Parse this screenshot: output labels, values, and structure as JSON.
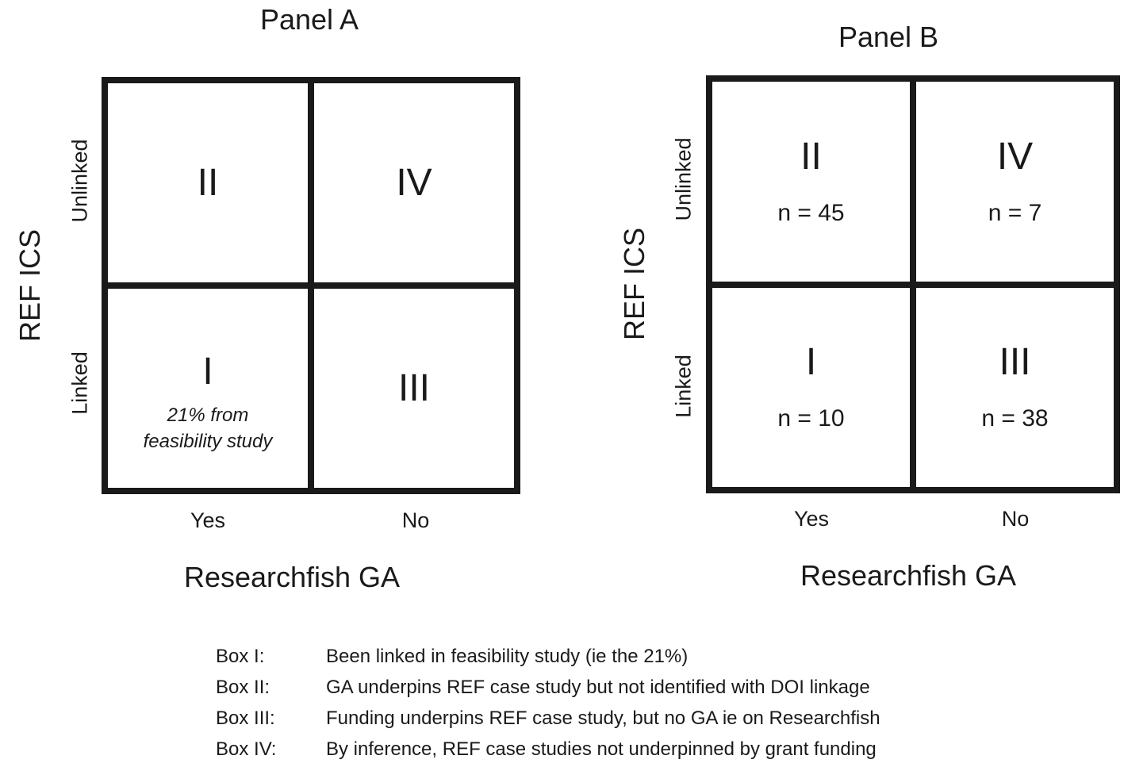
{
  "colors": {
    "ink": "#1a1a1a",
    "background": "#ffffff"
  },
  "panel_a": {
    "title": "Panel A",
    "y_axis_label": "REF ICS",
    "row_labels": {
      "top": "Unlinked",
      "bottom": "Linked"
    },
    "col_labels": {
      "left": "Yes",
      "right": "No"
    },
    "x_axis_label": "Researchfish GA",
    "cells": {
      "top_left": {
        "numeral": "II"
      },
      "top_right": {
        "numeral": "IV"
      },
      "bottom_left": {
        "numeral": "I",
        "note_line1": "21% from",
        "note_line2": "feasibility study"
      },
      "bottom_right": {
        "numeral": "III"
      }
    }
  },
  "panel_b": {
    "title": "Panel B",
    "y_axis_label": "REF ICS",
    "row_labels": {
      "top": "Unlinked",
      "bottom": "Linked"
    },
    "col_labels": {
      "left": "Yes",
      "right": "No"
    },
    "x_axis_label": "Researchfish GA",
    "cells": {
      "top_left": {
        "numeral": "II",
        "count": "n = 45"
      },
      "top_right": {
        "numeral": "IV",
        "count": "n = 7"
      },
      "bottom_left": {
        "numeral": "I",
        "count": "n = 10"
      },
      "bottom_right": {
        "numeral": "III",
        "count": "n = 38"
      }
    }
  },
  "legend": {
    "items": [
      {
        "label": "Box I:",
        "text": "Been linked in feasibility study (ie the 21%)"
      },
      {
        "label": "Box II:",
        "text": "GA underpins REF case study but not identified with DOI linkage"
      },
      {
        "label": "Box III:",
        "text": "Funding underpins REF case study, but no GA ie on Researchfish"
      },
      {
        "label": "Box IV:",
        "text": "By inference, REF case studies not underpinned by grant funding"
      }
    ]
  },
  "chart_data": {
    "type": "table",
    "panels": [
      {
        "title": "Panel A",
        "row_axis": "REF ICS",
        "rows": [
          "Unlinked",
          "Linked"
        ],
        "column_axis": "Researchfish GA",
        "columns": [
          "Yes",
          "No"
        ],
        "cells": [
          [
            "II",
            "IV"
          ],
          [
            "I (21% from feasibility study)",
            "III"
          ]
        ]
      },
      {
        "title": "Panel B",
        "row_axis": "REF ICS",
        "rows": [
          "Unlinked",
          "Linked"
        ],
        "column_axis": "Researchfish GA",
        "columns": [
          "Yes",
          "No"
        ],
        "cells": [
          [
            "II",
            "IV"
          ],
          [
            "I",
            "III"
          ]
        ],
        "counts": [
          [
            45,
            7
          ],
          [
            10,
            38
          ]
        ]
      }
    ]
  }
}
